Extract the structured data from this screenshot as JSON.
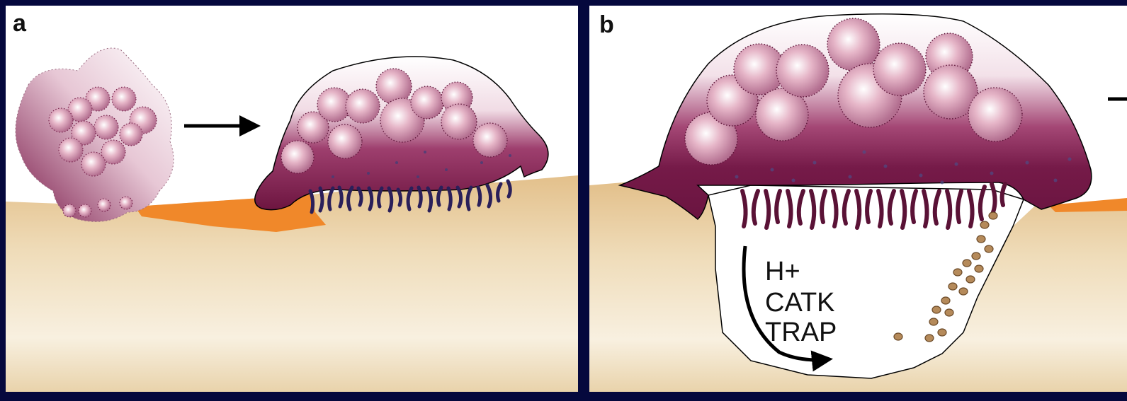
{
  "panels": [
    {
      "label": "a"
    },
    {
      "label": "b",
      "annotations": [
        "H+",
        "CATK",
        "TRAP"
      ]
    }
  ],
  "colors": {
    "background": "#05083d",
    "bone": "#e9d2a8",
    "osteoclast": "#7a1a4a",
    "nuclei": "#c98aa7",
    "resorption_lining": "#f0882a",
    "ruffled_border": "#2a1f5a"
  }
}
